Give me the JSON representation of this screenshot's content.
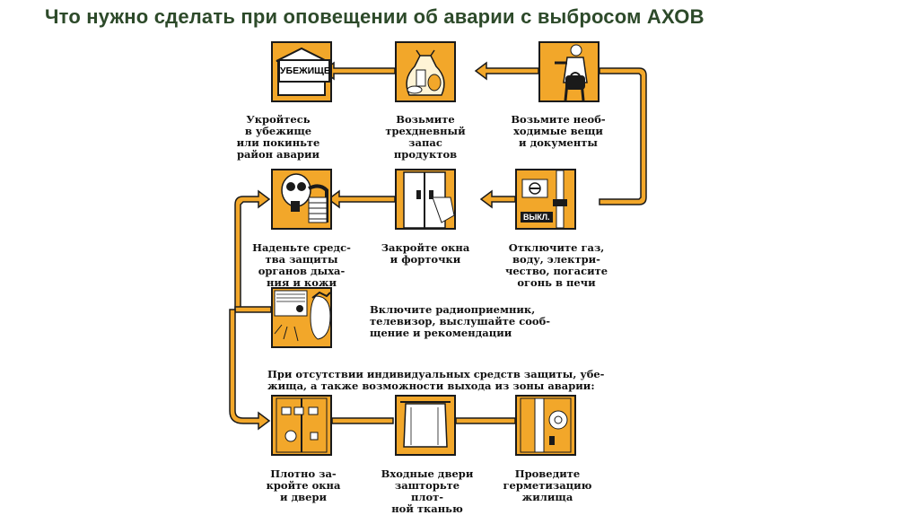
{
  "title": "Что нужно сделать при оповещении об аварии с выбросом АХОВ",
  "steps": {
    "shelter": {
      "sign": "УБЕЖИЩЕ",
      "caption": "Укройтесь\nв убежище\nили покиньте\nрайон аварии"
    },
    "food": {
      "caption": "Возьмите\nтрехдневный\nзапас\nпродуктов"
    },
    "things": {
      "caption": "Возьмите необ-\nходимые вещи\nи документы"
    },
    "protect": {
      "caption": "Наденьте средс-\nтва защиты\nорганов дыха-\nния и кожи"
    },
    "windows": {
      "caption": "Закройте окна\nи форточки"
    },
    "utilities": {
      "badge": "ВЫКЛ.",
      "caption": "Отключите газ,\nводу, электри-\nчество, погасите\nогонь в печи"
    },
    "radio": {
      "caption": "Включите радиоприемник,\nтелевизор, выслушайте сооб-\nщение и рекомендации"
    },
    "seal_doors": {
      "caption": "Плотно за-\nкройте окна\nи двери"
    },
    "curtain": {
      "caption": "Входные двери\nзашторьте плот-\nной тканью"
    },
    "hermetic": {
      "caption": "Проведите\nгерметизацию\nжилища"
    }
  },
  "note": "При отсутствии индивидуальных средств защиты, убе-\nжища, а также возможности выхода из зоны аварии:",
  "colors": {
    "accent": "#f2a72a",
    "outline": "#1a1a1a",
    "title": "#2d4a2a"
  }
}
